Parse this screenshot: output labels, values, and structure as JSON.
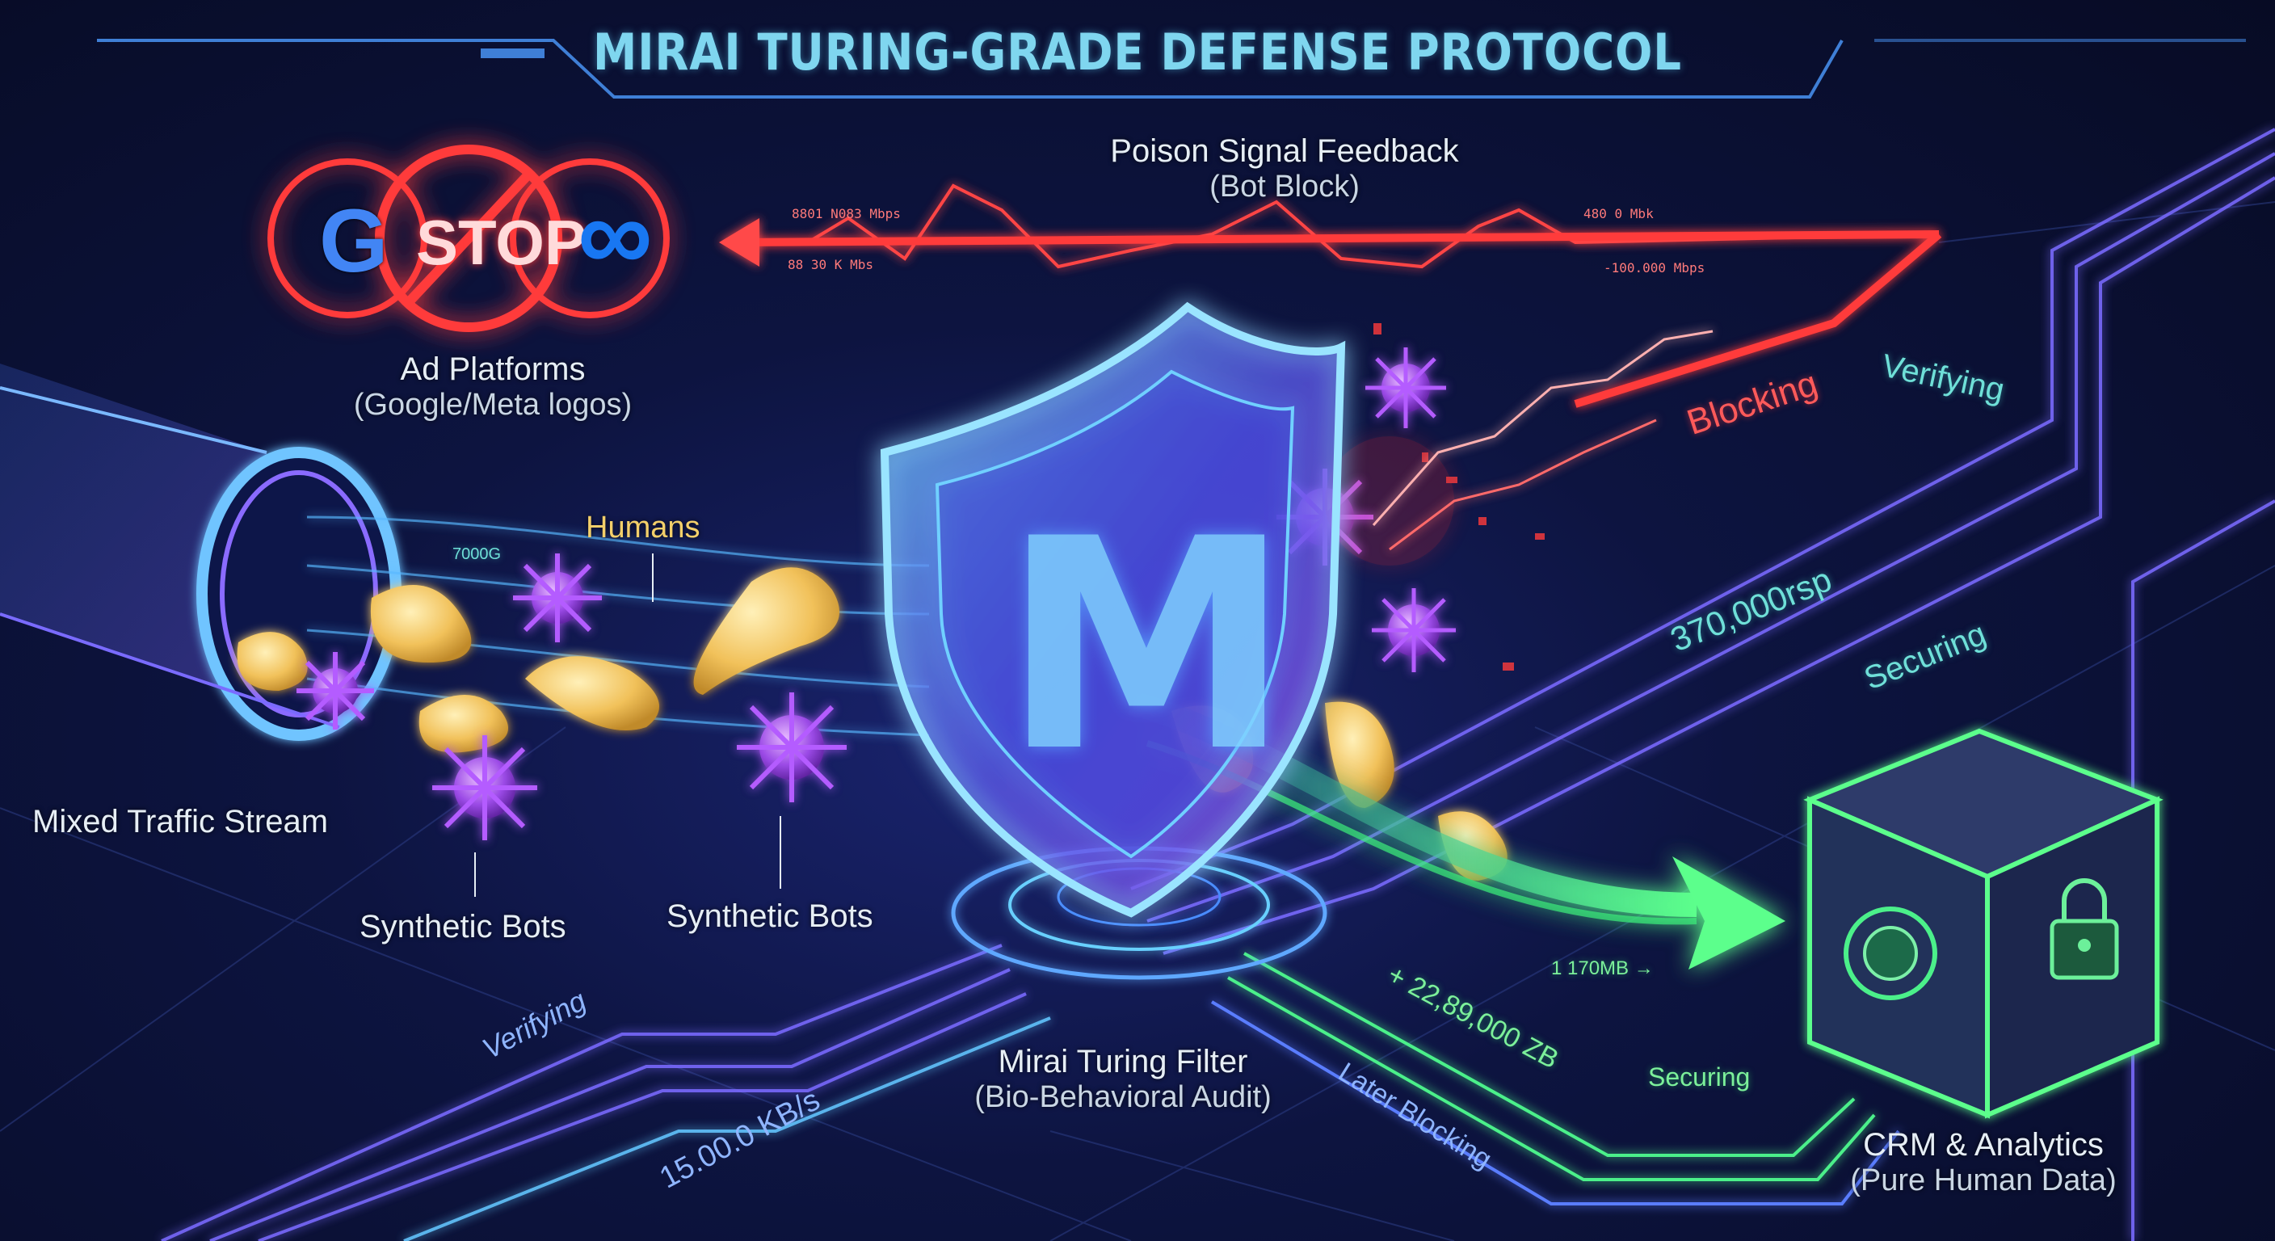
{
  "title": "MIRAI TURING-GRADE DEFENSE PROTOCOL",
  "ad_platforms": {
    "label": "Ad Platforms",
    "sublabel": "(Google/Meta logos)",
    "stop_text": "STOP",
    "google_glyph": "G",
    "meta_glyph": "∞"
  },
  "poison_feedback": {
    "label": "Poison Signal Feedback",
    "sublabel": "(Bot Block)",
    "readouts": [
      "8801 N083 Mbps",
      "88 30 K Mbs",
      "480 0 Mbk",
      "-100.000 Mbps"
    ]
  },
  "traffic": {
    "stream_label": "Mixed Traffic Stream",
    "humans_label": "Humans",
    "bots_label_1": "Synthetic Bots",
    "bots_label_2": "Synthetic Bots",
    "pipe_readout": "7000G"
  },
  "filter": {
    "label": "Mirai Turing Filter",
    "sublabel": "(Bio-Behavioral Audit)",
    "shield_letter": "M"
  },
  "crm": {
    "label": "CRM & Analytics",
    "sublabel": "(Pure Human Data)"
  },
  "status_labels": {
    "blocking": "Blocking",
    "verifying_top": "Verifying",
    "verifying_bottom": "Verifying",
    "securing_mid": "Securing",
    "securing_bottom": "Securing",
    "later_blocking": "Later Blocking"
  },
  "metrics": {
    "rate_mid": "370,000rsp",
    "rate_bottom_left": "15.00.0 KB/s",
    "rate_green": "+ 22,89,000 ZB",
    "rate_green_small": "1 170MB →"
  },
  "colors": {
    "background": "#070b24",
    "title": "#7fd6ef",
    "red_signal": "#ff3b3b",
    "green_secure": "#3cf07a",
    "violet_circuit": "#7a6bff",
    "human_blob": "#f3c35a",
    "bot_spike": "#a64bf0"
  }
}
